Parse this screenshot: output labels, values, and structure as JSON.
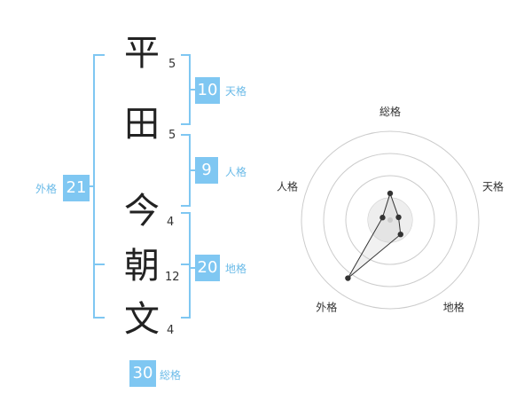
{
  "colors": {
    "accent": "#7fc7f2",
    "label": "#6bbbe8"
  },
  "kanji": [
    {
      "char": "平",
      "strokes": "5"
    },
    {
      "char": "田",
      "strokes": "5"
    },
    {
      "char": "今",
      "strokes": "4"
    },
    {
      "char": "朝",
      "strokes": "12"
    },
    {
      "char": "文",
      "strokes": "4"
    }
  ],
  "fortunes": {
    "tenkaku": {
      "value": "10",
      "label": "天格"
    },
    "jinkaku": {
      "value": "9",
      "label": "人格"
    },
    "chikaku": {
      "value": "20",
      "label": "地格"
    },
    "gaikaku": {
      "value": "21",
      "label": "外格"
    },
    "soukaku": {
      "value": "30",
      "label": "総格"
    }
  },
  "chart_data": {
    "type": "radar",
    "axes": [
      "総格",
      "天格",
      "地格",
      "外格",
      "人格"
    ],
    "values": [
      30,
      10,
      20,
      81,
      9
    ],
    "rmax": 100,
    "rings": 4
  }
}
